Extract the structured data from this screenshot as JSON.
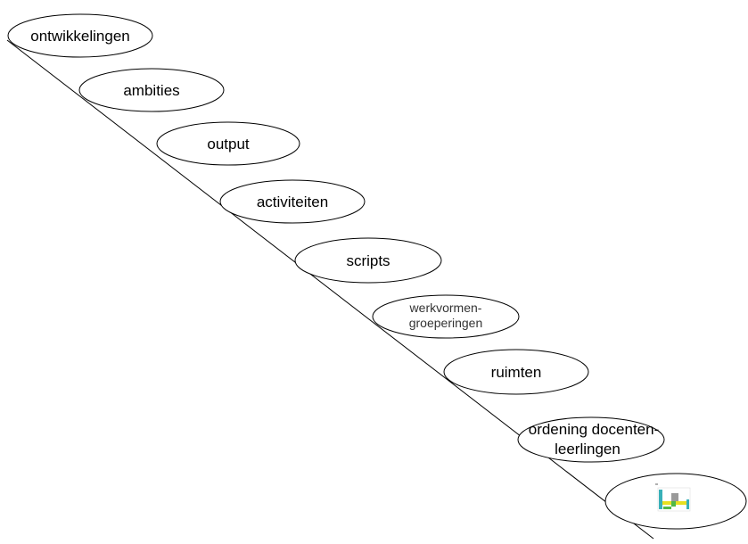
{
  "diagram": {
    "nodes": [
      {
        "id": "ontwikkelingen",
        "lines": [
          "ontwikkelingen"
        ]
      },
      {
        "id": "ambities",
        "lines": [
          "ambities"
        ]
      },
      {
        "id": "output",
        "lines": [
          "output"
        ]
      },
      {
        "id": "activiteiten",
        "lines": [
          "activiteiten"
        ]
      },
      {
        "id": "scripts",
        "lines": [
          "scripts"
        ]
      },
      {
        "id": "werkvormen-groeperingen",
        "lines": [
          "werkvormen-",
          "groeperingen"
        ]
      },
      {
        "id": "ruimten",
        "lines": [
          "ruimten"
        ]
      },
      {
        "id": "ordening-docenten-leerlingen",
        "lines": [
          "ordening docenten-",
          "leerlingen"
        ]
      },
      {
        "id": "floorplan",
        "lines": []
      }
    ],
    "colors": {
      "stroke": "#000000",
      "fill": "#ffffff",
      "floorplan_yellow": "#e8e020",
      "floorplan_teal": "#38b0b8",
      "floorplan_green": "#50b848",
      "floorplan_gray": "#9a9a9a"
    }
  }
}
